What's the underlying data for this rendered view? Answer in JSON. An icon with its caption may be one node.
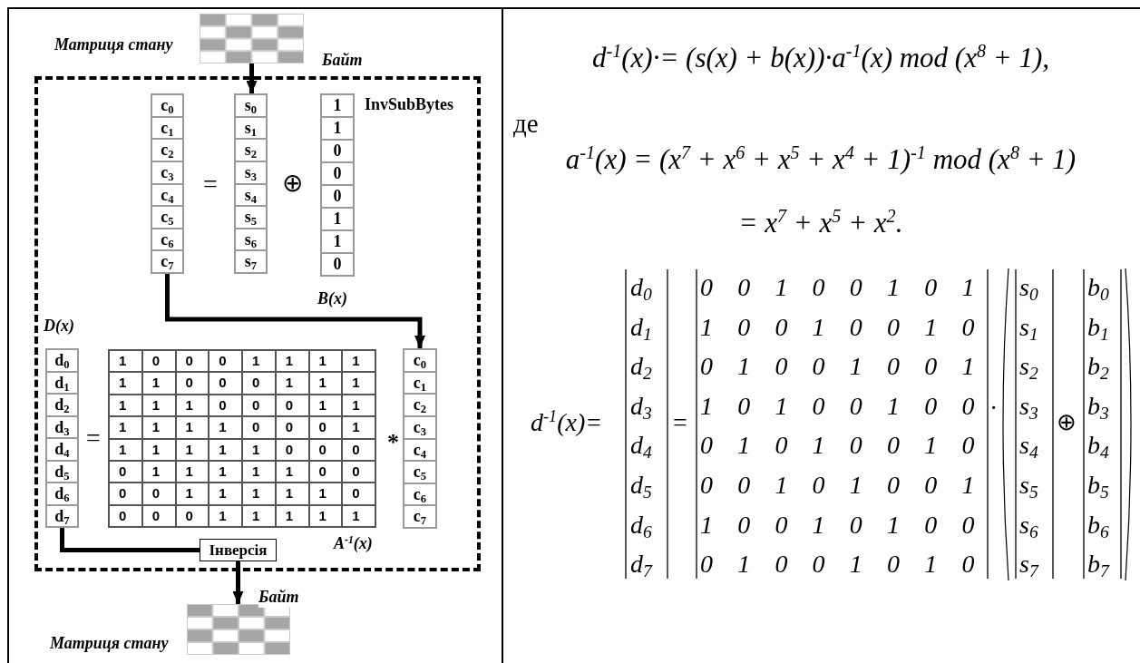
{
  "diagram": {
    "nodes": [
      {
        "text": [],
        "shape": "picture",
        "beside": [
          "Матриця стану"
        ]
      },
      {
        "text": [
          "InvSubBytes"
        ]
      },
      {
        "text": [
          "c$_{0}$",
          "c$_{1}$",
          "c$_{2}$",
          "c$_{3}$",
          "c$_{4}$",
          "c$_{5}$",
          "c$_{6}$",
          "c$_{7}$"
        ],
        "in": 1
      },
      {
        "text": [
          "s$_{0}$",
          "s$_{1}$",
          "s$_{2}$",
          "s$_{3}$",
          "s$_{4}$",
          "s$_{5}$",
          "s$_{6}$",
          "s$_{7}$"
        ],
        "in": 1
      },
      {
        "text": [
          "1",
          "1",
          "0",
          "0",
          "0",
          "1",
          "1",
          "0"
        ],
        "in": 1,
        "beside": [
          "B(x)"
        ]
      },
      {
        "text": [
          "d$_{0}$",
          "d$_{1}$",
          "d$_{2}$",
          "d$_{3}$",
          "d$_{4}$",
          "d$_{5}$",
          "d$_{6}$",
          "d$_{7}$"
        ],
        "in": 1,
        "beside": [
          "D(x)"
        ]
      },
      {
        "text": [
          "1",
          "0",
          "0",
          "0",
          "1",
          "1",
          "1",
          "1",
          "1",
          "1",
          "0",
          "0",
          "0",
          "1",
          "1",
          "1",
          "1",
          "1",
          "1",
          "0",
          "0",
          "0",
          "1",
          "1",
          "1",
          "1",
          "1",
          "1",
          "0",
          "0",
          "0",
          "1",
          "1",
          "1",
          "1",
          "1",
          "1",
          "0",
          "0",
          "0",
          "0",
          "1",
          "1",
          "1",
          "1",
          "1",
          "0",
          "0",
          "0",
          "0",
          "1",
          "1",
          "1",
          "1",
          "1",
          "0",
          "0",
          "0",
          "0",
          "1",
          "1",
          "1",
          "1",
          "1"
        ],
        "in": 1,
        "beside": [
          "A$^{-1}$(x)"
        ]
      },
      {
        "text": [
          "c$_{0}$",
          "c$_{1}$",
          "c$_{2}$",
          "c$_{3}$",
          "c$_{4}$",
          "c$_{5}$",
          "c$_{6}$",
          "c$_{7}$"
        ],
        "in": 1
      },
      {
        "text": [
          "Інверсія"
        ],
        "in": 1
      },
      {
        "text": [],
        "shape": "picture",
        "beside": [
          "Матриця стану"
        ]
      }
    ],
    "edges": [
      {
        "from": 0,
        "to": 3,
        "arrow": "to",
        "label": "Байт"
      },
      {
        "from": 2,
        "to": 7,
        "arrow": "to"
      },
      {
        "from": 5,
        "to": 8,
        "arrow": "none"
      },
      {
        "from": 8,
        "to": 9,
        "arrow": "to",
        "label": "Байт"
      }
    ],
    "labels": [
      "=",
      "⊕",
      "=",
      "*",
      "d$^{-1}$(x)·= (s(x) + b(x))·a$^{-1}$(x) mod (x$^{8}$ + 1),",
      "де",
      "a$^{-1}$(x) = (x$^{7}$ + x$^{6}$ + x$^{5}$ + x$^{4}$ + 1)$^{-1}$ mod (x$^{8}$ + 1)",
      "= x$^{7}$ + x$^{5}$ + x$^{2}$.",
      "d$^{-1}$(x)=",
      "d$_{0}$",
      "d$_{1}$",
      "d$_{2}$",
      "d$_{3}$",
      "d$_{4}$",
      "d$_{5}$",
      "d$_{6}$",
      "d$_{7}$",
      "=",
      "0",
      "0",
      "1",
      "0",
      "0",
      "1",
      "0",
      "1",
      "1",
      "0",
      "0",
      "1",
      "0",
      "0",
      "1",
      "0",
      "0",
      "1",
      "0",
      "0",
      "1",
      "0",
      "0",
      "1",
      "1",
      "0",
      "1",
      "0",
      "0",
      "1",
      "0",
      "0",
      "0",
      "1",
      "0",
      "1",
      "0",
      "0",
      "1",
      "0",
      "0",
      "0",
      "1",
      "0",
      "1",
      "0",
      "0",
      "1",
      "1",
      "0",
      "0",
      "1",
      "0",
      "1",
      "0",
      "0",
      "0",
      "1",
      "0",
      "0",
      "1",
      "0",
      "1",
      "0",
      "·",
      "s$_{0}$",
      "s$_{1}$",
      "s$_{2}$",
      "s$_{3}$",
      "s$_{4}$",
      "s$_{5}$",
      "s$_{6}$",
      "s$_{7}$",
      "⊕",
      "b$_{0}$",
      "b$_{1}$",
      "b$_{2}$",
      "b$_{3}$",
      "b$_{4}$",
      "b$_{5}$",
      "b$_{6}$",
      "b$_{7}$"
    ]
  }
}
